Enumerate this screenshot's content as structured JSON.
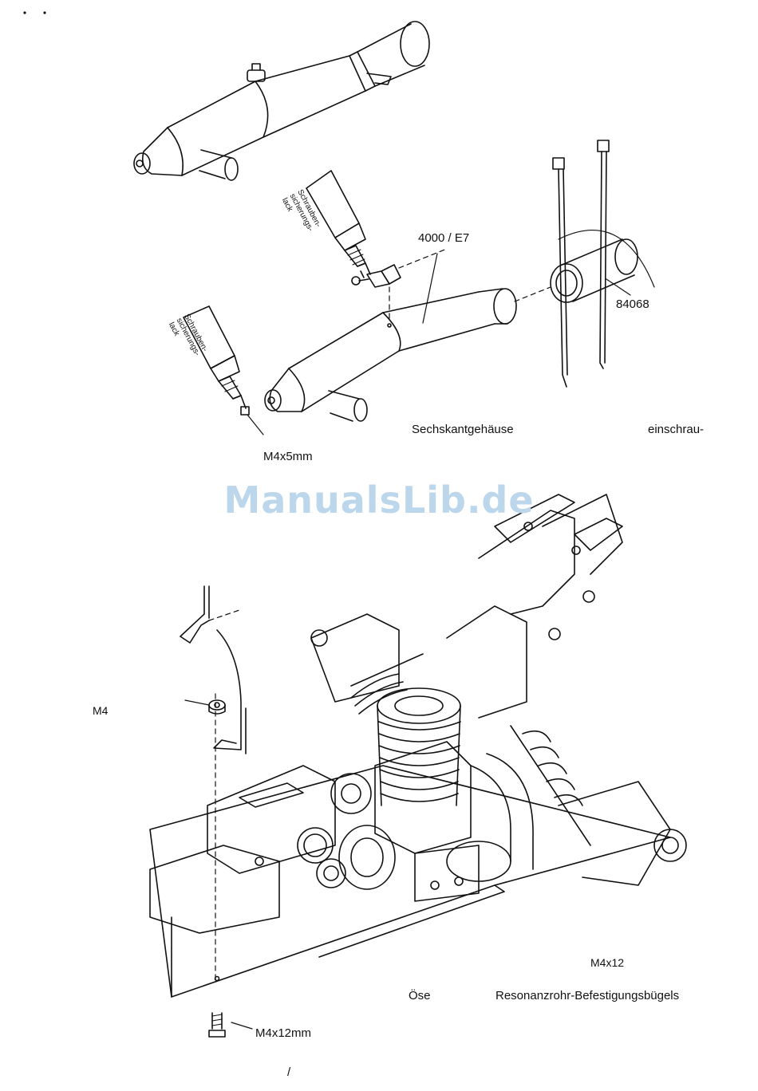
{
  "labels": {
    "part_4000_e7": "4000 / E7",
    "part_84068": "84068",
    "sechskantgehaeuse": "Sechskantgehäuse",
    "einschrau": "einschrau-",
    "m4x5mm": "M4x5mm",
    "m4": "M4",
    "m4x12": "M4x12",
    "oese": "Öse",
    "resonanzrohr_befestigungsbuegels": "Resonanzrohr-Befestigungsbügels",
    "m4x12mm": "M4x12mm",
    "slash_mark": "/"
  },
  "bottle_label": [
    "Schrauben-",
    "sicherungs-",
    "lack"
  ],
  "watermark": "ManualsLib.de",
  "colors": {
    "line": "#111111",
    "watermark": "#bcd6ec",
    "background": "#ffffff"
  }
}
